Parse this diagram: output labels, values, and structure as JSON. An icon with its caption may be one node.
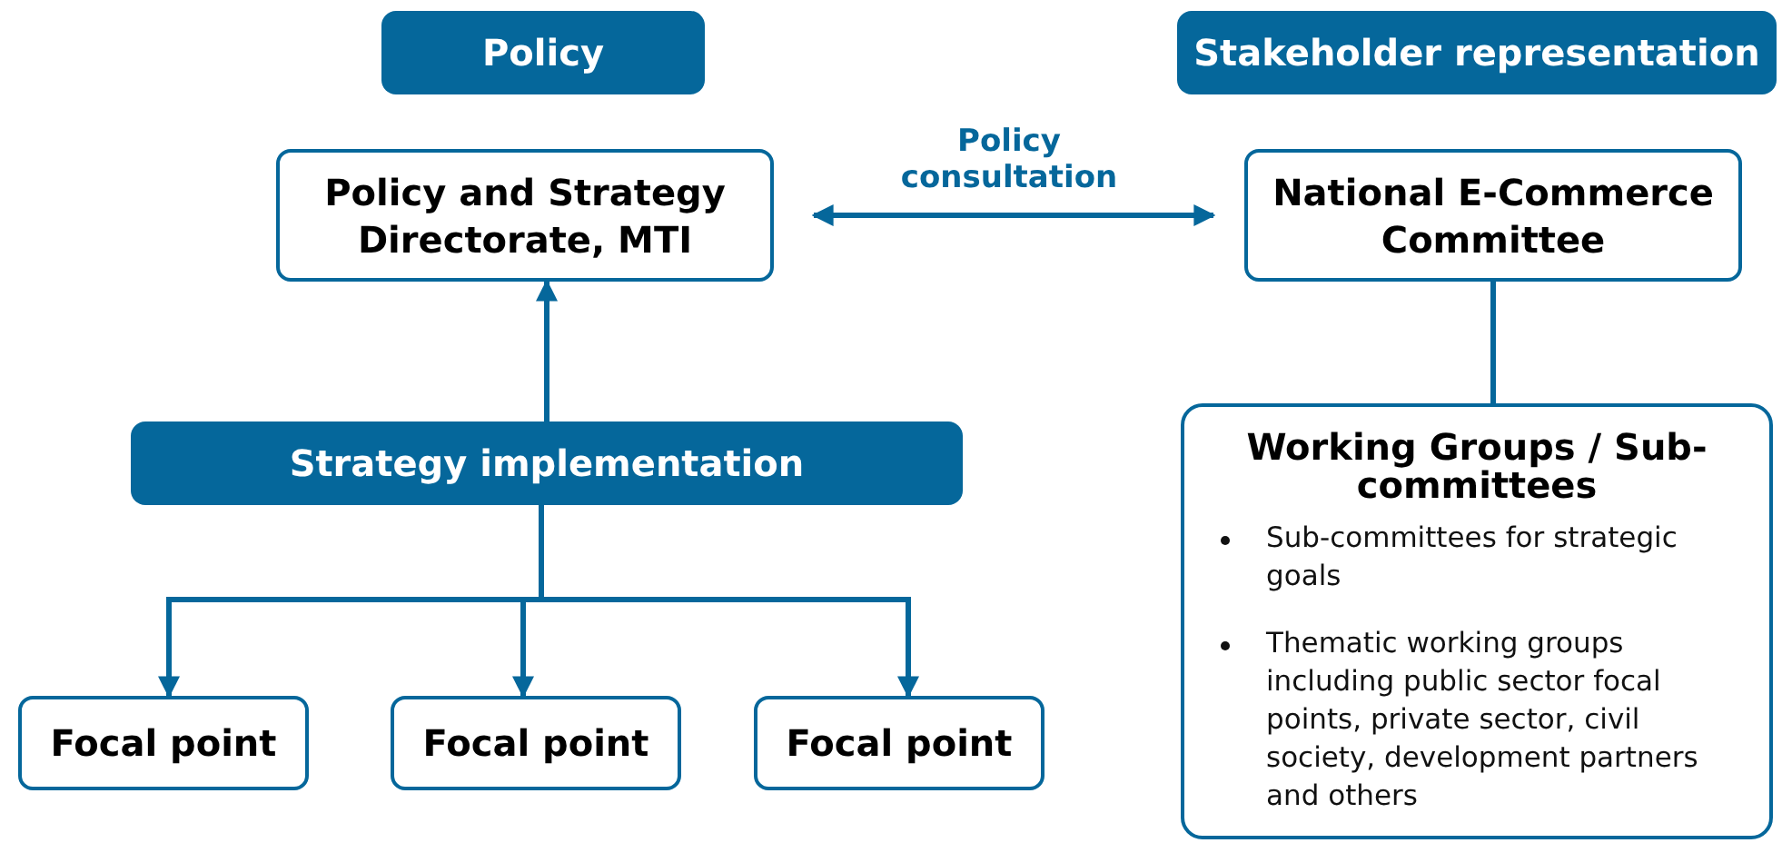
{
  "diagram": {
    "nodes": [
      {
        "text": [
          "Policy"
        ]
      },
      {
        "text": [
          "Stakeholder representation"
        ]
      },
      {
        "text": [
          "Policy and Strategy Directorate, MTI"
        ]
      },
      {
        "text": [
          "National E-Commerce Committee"
        ]
      },
      {
        "text": [
          "Strategy implementation"
        ]
      },
      {
        "text": [
          "Working Groups / Sub-committees",
          "Sub-committees for strategic goals",
          "Thematic working groups including public sector focal points, private sector, civil society, development partners and others"
        ]
      },
      {
        "text": [
          "Focal point"
        ]
      },
      {
        "text": [
          "Focal point"
        ]
      },
      {
        "text": [
          "Focal point"
        ]
      }
    ],
    "edges": [
      {
        "from": 2,
        "to": 3,
        "arrow": "both",
        "label": "Policy consultation"
      },
      {
        "from": 4,
        "to": 2,
        "arrow": "to"
      },
      {
        "from": 3,
        "to": 5,
        "arrow": "none"
      },
      {
        "from": 4,
        "to": 6,
        "arrow": "to"
      },
      {
        "from": 4,
        "to": 7,
        "arrow": "to"
      },
      {
        "from": 4,
        "to": 8,
        "arrow": "to"
      }
    ]
  }
}
